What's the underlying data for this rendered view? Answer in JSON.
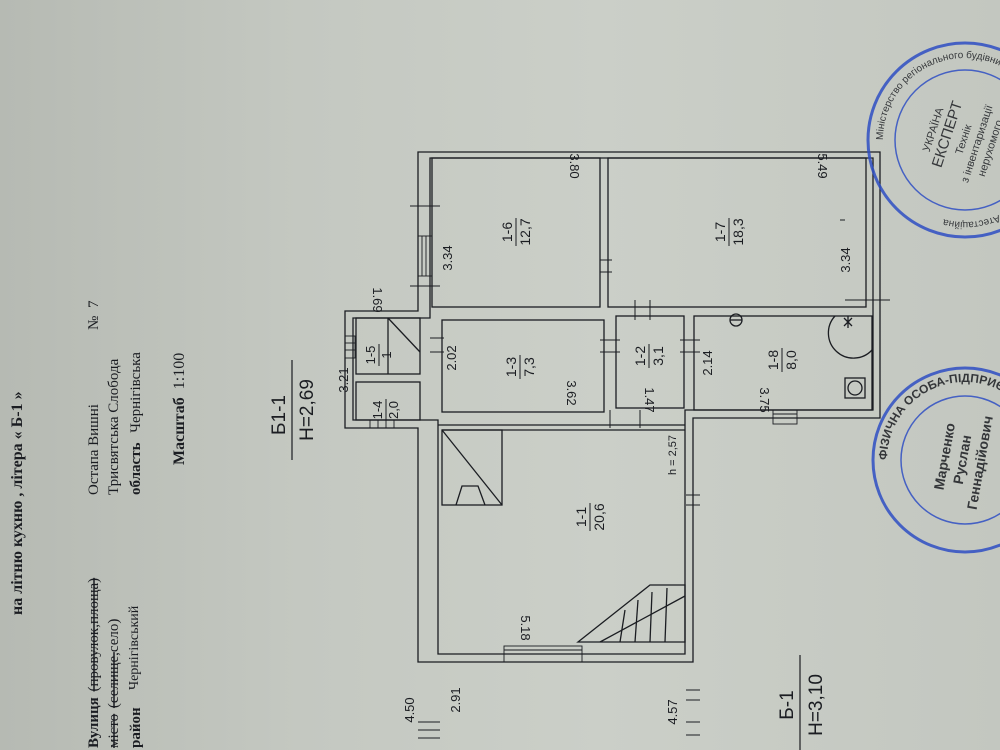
{
  "heading": "на літню кухню , літера « Б-1 »",
  "address": {
    "street_label": "Вулиця",
    "street_struck": "(провулок,площа)",
    "street_value": "Остапа Вишні",
    "number_label": "№",
    "number_value": "7",
    "city_label": "місто",
    "city_struck": "(селище,",
    "city_tail": "село)",
    "city_value": "Трисвятська Слобода",
    "oblast_label": "область",
    "oblast_value": "Чернігівська",
    "district_label": "район",
    "district_value": "Чернігівський"
  },
  "scale": {
    "label": "Масштаб",
    "value": "1:100"
  },
  "plan": {
    "annex_label": "Б1-1",
    "annex_height": "H=2,69",
    "main_label": "Б-1",
    "main_height": "H=3,10",
    "stair_height": "h = 2,57",
    "rooms": [
      {
        "id": "1-1",
        "area": "20,6"
      },
      {
        "id": "1-2",
        "area": "3,1"
      },
      {
        "id": "1-3",
        "area": "7,3"
      },
      {
        "id": "1-4",
        "area": "2,0"
      },
      {
        "id": "1-5",
        "area": "1"
      },
      {
        "id": "1-6",
        "area": "12,7"
      },
      {
        "id": "1-7",
        "area": "18,3"
      },
      {
        "id": "1-8",
        "area": "8,0"
      }
    ],
    "dims": {
      "d_450": "4.50",
      "d_291": "2.91",
      "d_518": "5.18",
      "d_457": "4.57",
      "d_202": "2.02",
      "d_362": "3.62",
      "d_321": "3.21",
      "d_169": "1.69",
      "d_334a": "3.34",
      "d_380": "3.80",
      "d_549": "5.49",
      "d_334b": "3.34",
      "d_214": "2.14",
      "d_147": "1.47",
      "d_375": "3.75"
    }
  },
  "stamps": {
    "expert": {
      "center_1": "УКРАЇНА",
      "center_2": "ЕКСПЕРТ",
      "center_3": "Технік",
      "center_4": "з інвентаризації",
      "center_5": "нерухомого",
      "ring": "Міністерство регіонального будівництва · архітектурно-будівельна комісія · Атестаційна"
    },
    "fop": {
      "center_1": "Марченко",
      "center_2": "Руслан",
      "center_3": "Геннадійович",
      "ring": "ФІЗИЧНА ОСОБА-ПІДПРИЄМЕЦЬ"
    }
  },
  "colors": {
    "ink": "#1b1d22",
    "stamp_blue": "#2f4fc4",
    "paper": "#c7cbc4"
  }
}
